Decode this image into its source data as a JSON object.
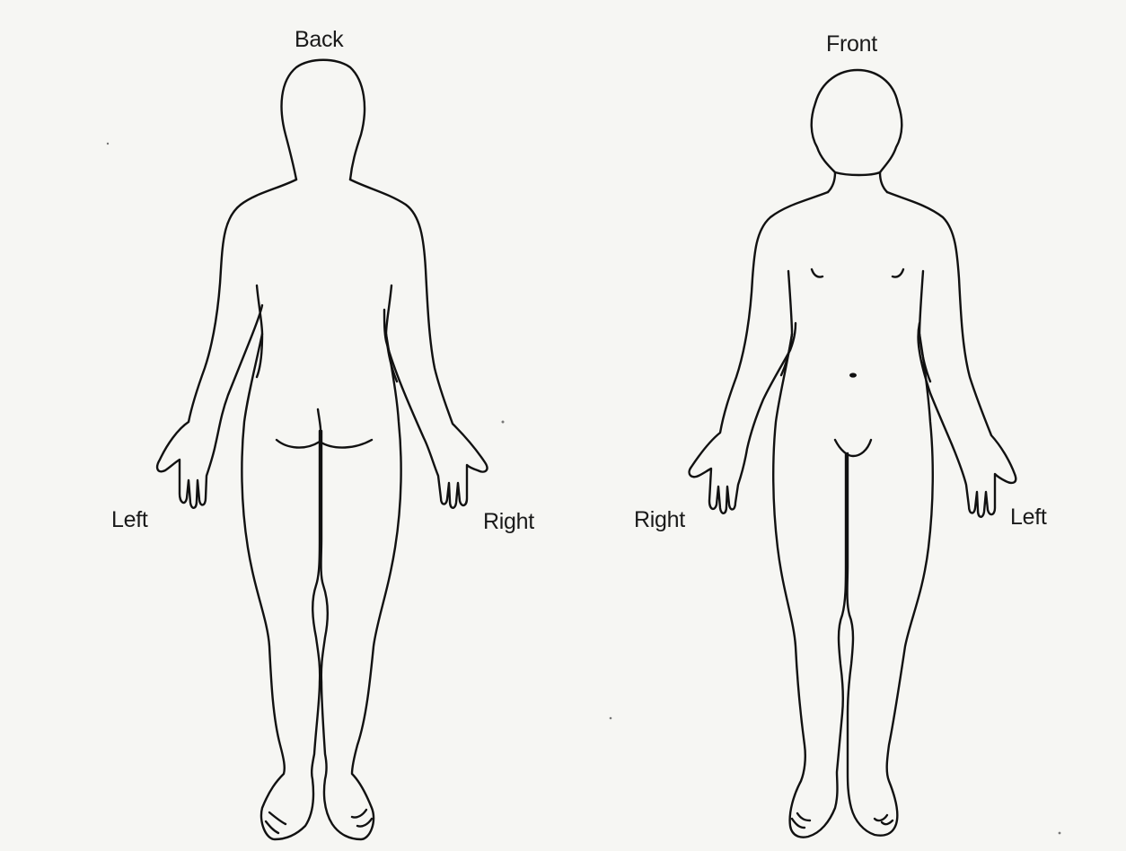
{
  "views": {
    "back": {
      "title": "Back",
      "left_label": "Left",
      "right_label": "Right"
    },
    "front": {
      "title": "Front",
      "left_label": "Left",
      "right_label": "Right"
    }
  },
  "colors": {
    "line": "#111111",
    "paper": "#f6f6f3"
  }
}
